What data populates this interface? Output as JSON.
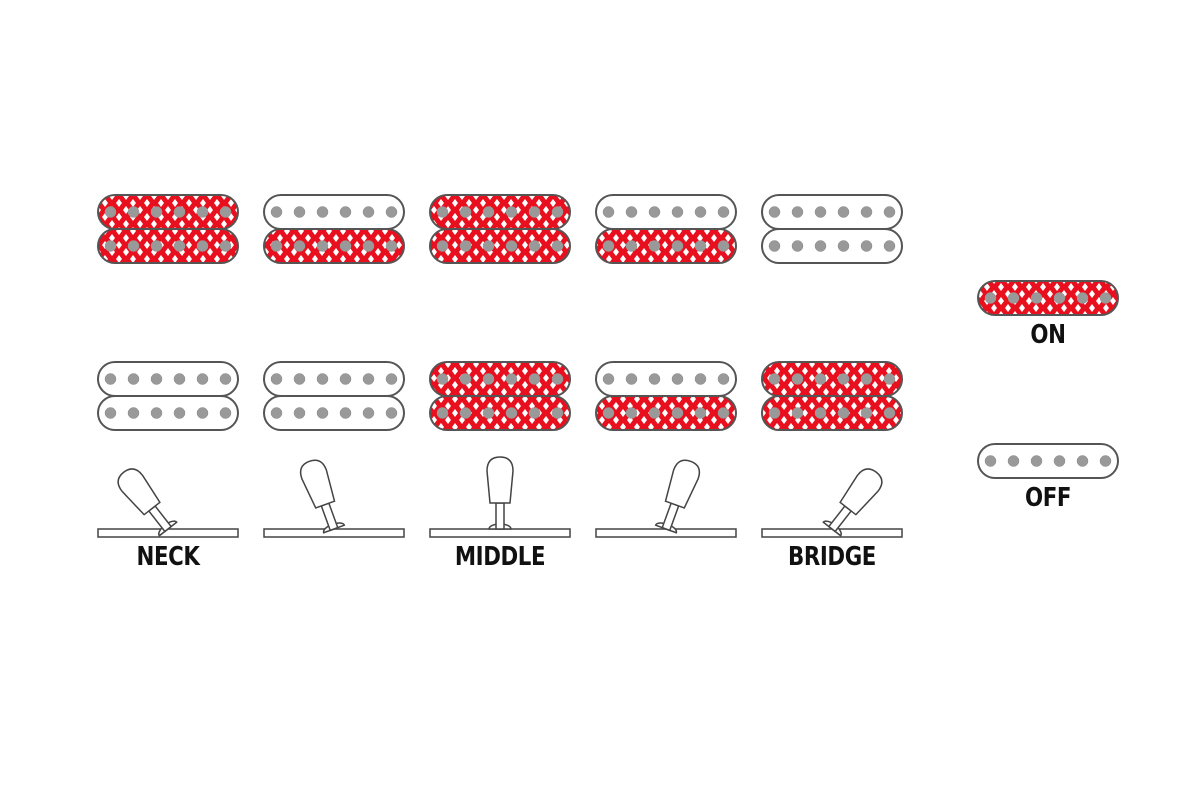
{
  "positions": [
    {
      "label": "NECK",
      "neck_coil_top": "on",
      "neck_coil_bottom": "on",
      "bridge_coil_top": "off",
      "bridge_coil_bottom": "off",
      "lever": "neck"
    },
    {
      "label": "",
      "neck_coil_top": "off",
      "neck_coil_bottom": "on",
      "bridge_coil_top": "off",
      "bridge_coil_bottom": "off",
      "lever": "neck-middle"
    },
    {
      "label": "MIDDLE",
      "neck_coil_top": "on",
      "neck_coil_bottom": "on",
      "bridge_coil_top": "on",
      "bridge_coil_bottom": "on",
      "lever": "middle"
    },
    {
      "label": "",
      "neck_coil_top": "off",
      "neck_coil_bottom": "on",
      "bridge_coil_top": "off",
      "bridge_coil_bottom": "on",
      "lever": "middle-bridge"
    },
    {
      "label": "BRIDGE",
      "neck_coil_top": "off",
      "neck_coil_bottom": "off",
      "bridge_coil_top": "on",
      "bridge_coil_bottom": "on",
      "lever": "bridge"
    }
  ],
  "legend": {
    "on_label": "ON",
    "off_label": "OFF"
  },
  "colors": {
    "on_fill": "#e8101e",
    "off_fill": "#ffffff",
    "outline": "#555555",
    "pole": "#999999"
  }
}
